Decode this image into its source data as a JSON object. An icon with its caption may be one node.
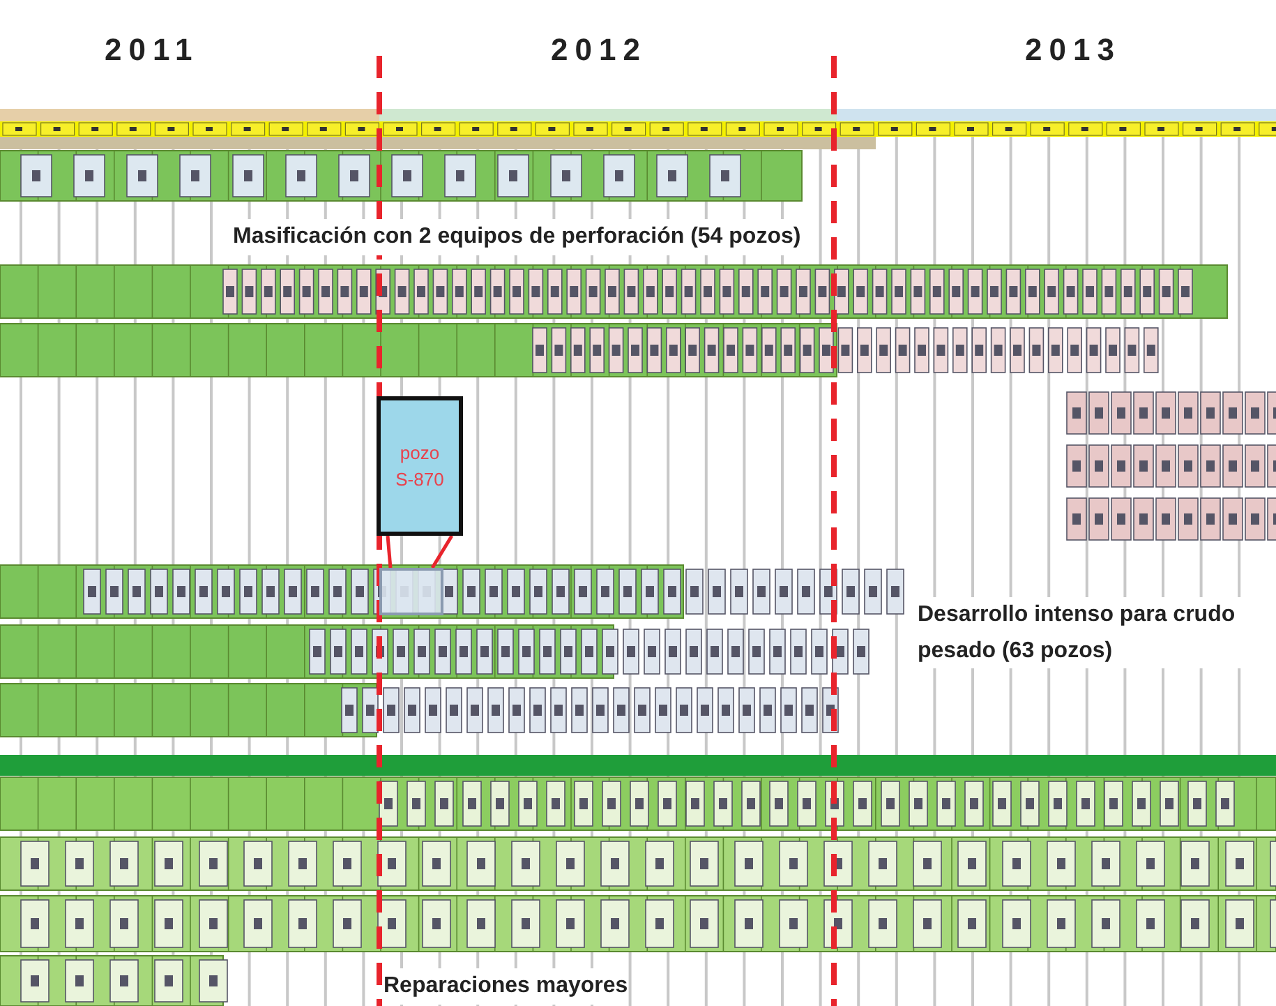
{
  "diagram": {
    "nodes": [
      {
        "text": [
          "pozo S-870"
        ]
      },
      {
        "text": [],
        "shape": "bar"
      }
    ],
    "edges": [
      {
        "from": 0,
        "to": 1,
        "arrow": "none",
        "color": "#e8242c"
      },
      {
        "from": 0,
        "to": 1,
        "arrow": "none",
        "color": "#e8242c"
      }
    ],
    "labels": [
      "2011",
      "2012",
      "2013",
      "Masificación con 2 equipos de perforación (54 pozos)",
      "Desarrollo intenso para crudo pesado (63 pozos)",
      "Reparaciones mayores"
    ]
  }
}
